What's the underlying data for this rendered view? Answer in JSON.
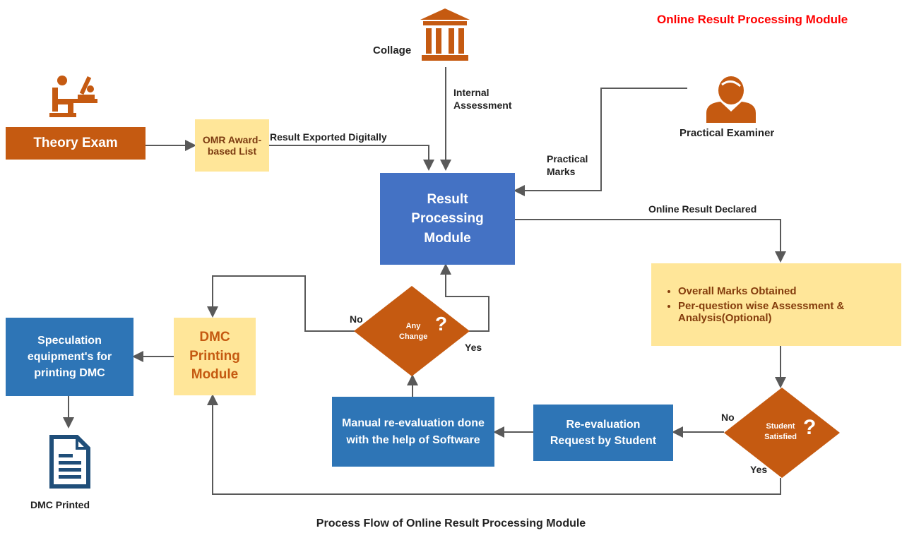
{
  "header": {
    "title": "Online Result Processing Module",
    "title_color": "#ff0000"
  },
  "nodes": {
    "theory_exam": "Theory Exam",
    "omr_list": "OMR Award-based List",
    "collage": "Collage",
    "practical_examiner": "Practical Examiner",
    "result_module": "Result Processing Module",
    "marks_box": [
      "Overall Marks Obtained",
      "Per-question wise Assessment & Analysis(Optional)"
    ],
    "any_change": "Any Change",
    "student_satisfied": "Student Satisfied",
    "dmc_module": "DMC Printing Module",
    "speculation": "Speculation equipment's for printing DMC",
    "dmc_printed": "DMC Printed",
    "manual_reeval": "Manual re-evaluation done with the help of Software",
    "reeval_request": "Re-evaluation Request by Student"
  },
  "edges": {
    "result_exported": "Result Exported Digitally",
    "internal_assessment": "Internal Assessment",
    "practical_marks": "Practical Marks",
    "online_declared": "Online Result Declared",
    "no_1": "No",
    "yes_1": "Yes",
    "no_2": "No",
    "yes_2": "Yes"
  },
  "caption": "Process Flow of Online Result Processing Module",
  "icons": [
    "teacher-desk-icon",
    "college-building-icon",
    "examiner-person-icon",
    "document-icon",
    "question-mark-icon"
  ],
  "colors": {
    "blue": "#4472c4",
    "dark_blue": "#2e75b6",
    "yellow": "#ffe699",
    "orange": "#c55a11"
  }
}
